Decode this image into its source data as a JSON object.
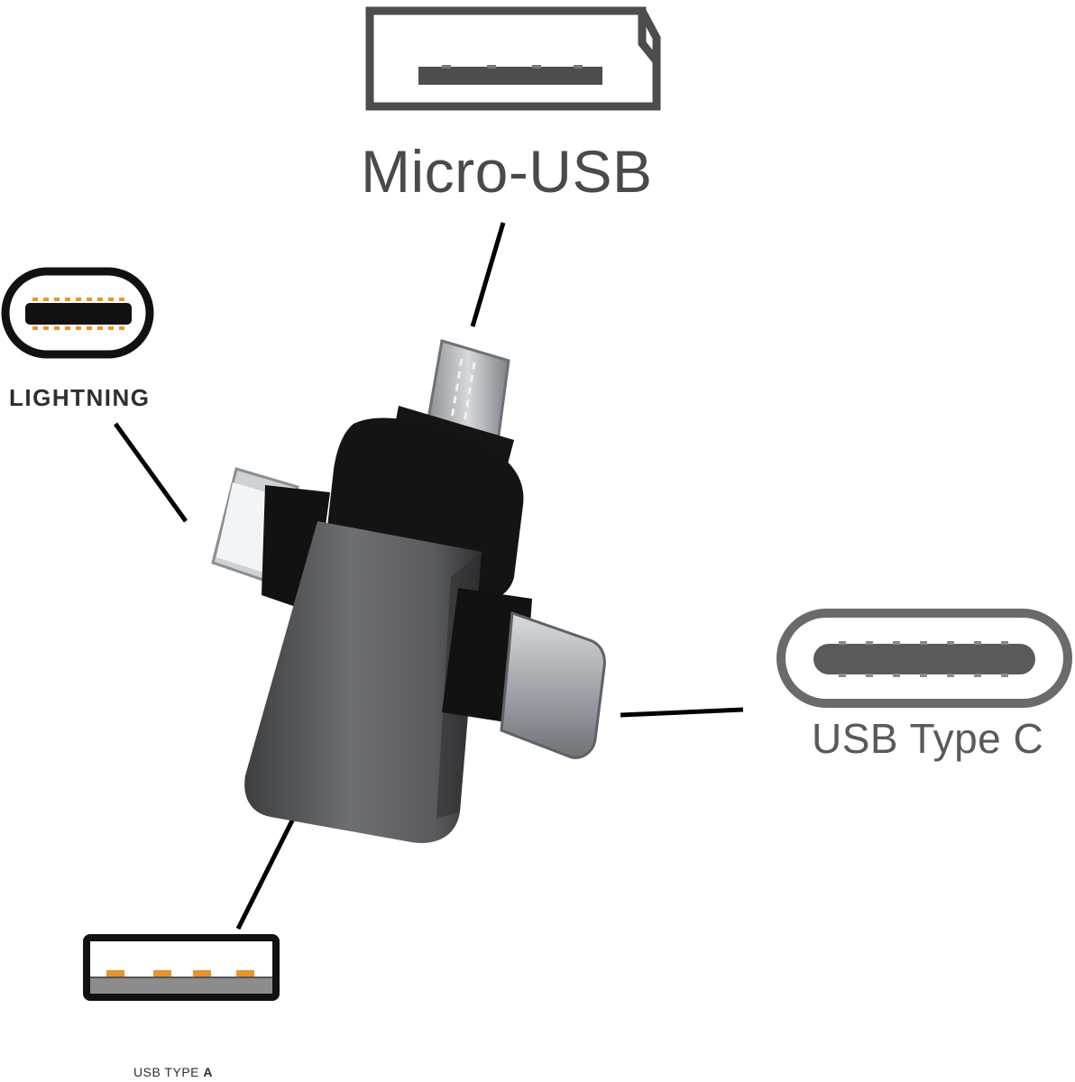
{
  "labels": {
    "micro_usb": "Micro-USB",
    "lightning": "LIGHTNING",
    "usb_type_c": "USB Type C",
    "usb_type_a_prefix": "USB TYPE ",
    "usb_type_a_suffix": "A"
  },
  "icons": {
    "micro_usb": "micro-usb-port-icon",
    "lightning": "lightning-port-icon",
    "usb_type_c": "usb-type-c-port-icon",
    "usb_type_a": "usb-type-a-port-icon",
    "adapter": "otg-adapter-photo"
  },
  "colors": {
    "outline": "#4d4d4d",
    "pin_orange": "#e8942c",
    "adapter_body": "#5e5f61",
    "adapter_cap": "#141414",
    "connector_metal": "#b9bcc0",
    "leader_line": "#000000"
  }
}
